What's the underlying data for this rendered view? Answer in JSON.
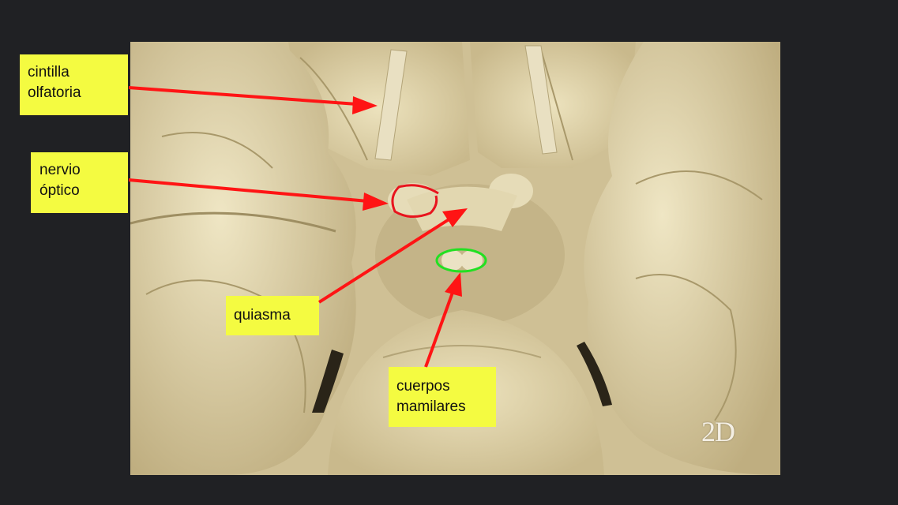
{
  "slide": {
    "background_color": "#202124",
    "image": {
      "description": "brain-base-anatomy-photo",
      "watermark": "2D"
    },
    "labels": [
      {
        "id": "cintilla",
        "lines": [
          "cintilla",
          "olfatoria"
        ]
      },
      {
        "id": "nervio",
        "lines": [
          "nervio",
          "óptico"
        ]
      },
      {
        "id": "quiasma",
        "lines": [
          "quiasma"
        ]
      },
      {
        "id": "cuerpos",
        "lines": [
          "cuerpos",
          "mamilares"
        ]
      }
    ],
    "colors": {
      "label_bg": "#f4fb41",
      "arrow": "#ff1414",
      "red_circle": "#e8141e",
      "green_ellipse": "#22e022"
    }
  }
}
